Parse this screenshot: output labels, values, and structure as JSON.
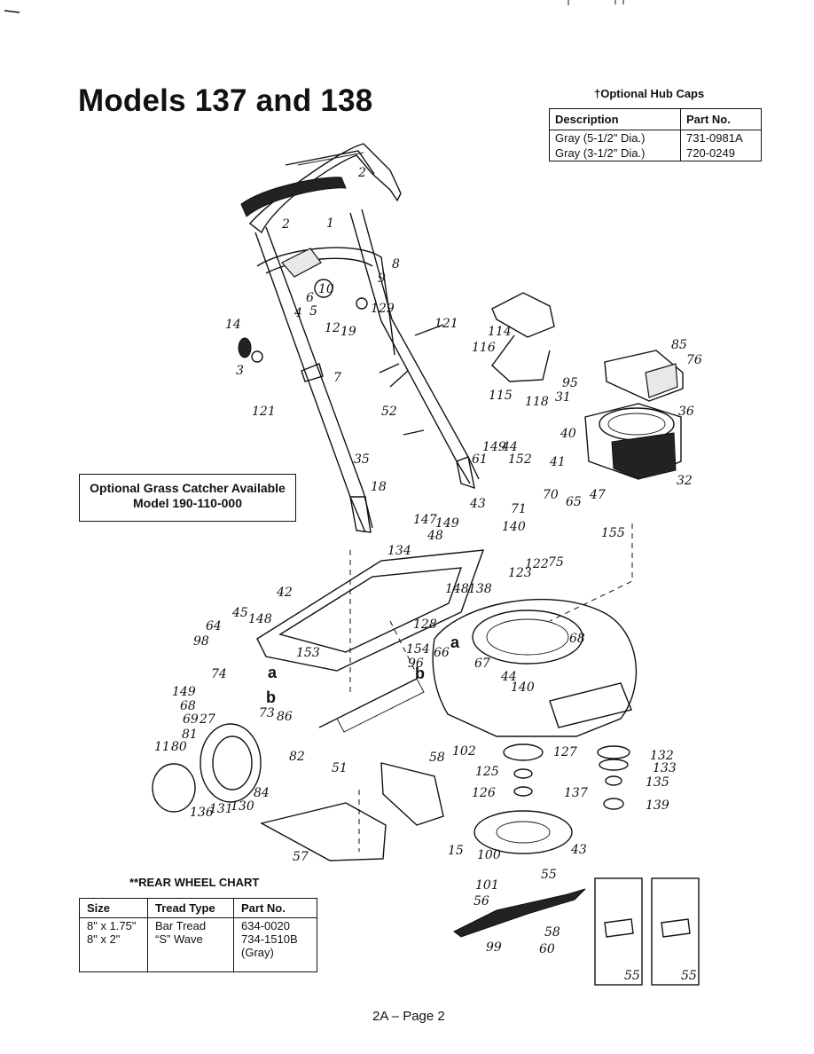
{
  "page": {
    "title": "Models 137 and 138",
    "page_number": "2A – Page 2"
  },
  "hub_caps": {
    "caption": "†Optional Hub Caps",
    "headers": [
      "Description",
      "Part No."
    ],
    "rows": [
      [
        "Gray (5-1/2\" Dia.)",
        "731-0981A"
      ],
      [
        "Gray (3-1/2\" Dia.)",
        "720-0249"
      ]
    ]
  },
  "grass_catcher": {
    "line1": "Optional Grass Catcher Available",
    "line2": "Model 190-110-000"
  },
  "rear_wheel": {
    "caption": "**REAR WHEEL CHART",
    "headers": [
      "Size",
      "Tread Type",
      "Part No."
    ],
    "size_lines": [
      "8\" x 1.75\"",
      "8\" x 2\""
    ],
    "tread_lines": [
      "Bar Tread",
      "“S” Wave"
    ],
    "part_lines": [
      "634-0020",
      "734-1510B",
      "(Gray)"
    ]
  },
  "callouts": {
    "c1": "1",
    "c2a": "2",
    "c2b": "2",
    "c3": "3",
    "c4": "4",
    "c5": "5",
    "c6": "6",
    "c7": "7",
    "c8": "8",
    "c9": "9",
    "c10": "10",
    "c11": "11",
    "c12": "12",
    "c14": "14",
    "c15": "15",
    "c18": "18",
    "c19": "19",
    "c27": "27",
    "c31": "31",
    "c32": "32",
    "c35": "35",
    "c36": "36",
    "c40": "40",
    "c41": "41",
    "c42": "42",
    "c43a": "43",
    "c43b": "43",
    "c44a": "44",
    "c44b": "44",
    "c45": "45",
    "c47": "47",
    "c48": "48",
    "c51": "51",
    "c52": "52",
    "c55a": "55",
    "c55b": "55",
    "c55c": "55",
    "c56": "56",
    "c57": "57",
    "c58a": "58",
    "c58b": "58",
    "c60": "60",
    "c61": "61",
    "c64": "64",
    "c65": "65",
    "c66": "66",
    "c67": "67",
    "c68a": "68",
    "c68b": "68",
    "c69": "69",
    "c70": "70",
    "c71": "71",
    "c73": "73",
    "c74": "74",
    "c75": "75",
    "c76": "76",
    "c80": "80",
    "c81": "81",
    "c82": "82",
    "c84": "84",
    "c85": "85",
    "c86": "86",
    "c95": "95",
    "c96": "96",
    "c98": "98",
    "c99": "99",
    "c100": "100",
    "c101": "101",
    "c102": "102",
    "c114": "114",
    "c115": "115",
    "c116": "116",
    "c118": "118",
    "c121a": "121",
    "c121b": "121",
    "c122": "122",
    "c123": "123",
    "c125": "125",
    "c126": "126",
    "c127": "127",
    "c128": "128",
    "c129": "129",
    "c130": "130",
    "c131": "131",
    "c132": "132",
    "c133": "133",
    "c134": "134",
    "c135": "135",
    "c136": "136",
    "c137": "137",
    "c138": "138",
    "c139": "139",
    "c140a": "140",
    "c140b": "140",
    "c147": "147",
    "c148a": "148",
    "c148b": "148",
    "c149a": "149",
    "c149b": "149",
    "c149c": "149",
    "c152": "152",
    "c153": "153",
    "c154": "154",
    "c155": "155",
    "ref_a1": "a",
    "ref_a2": "a",
    "ref_b1": "b",
    "ref_b2": "b"
  }
}
